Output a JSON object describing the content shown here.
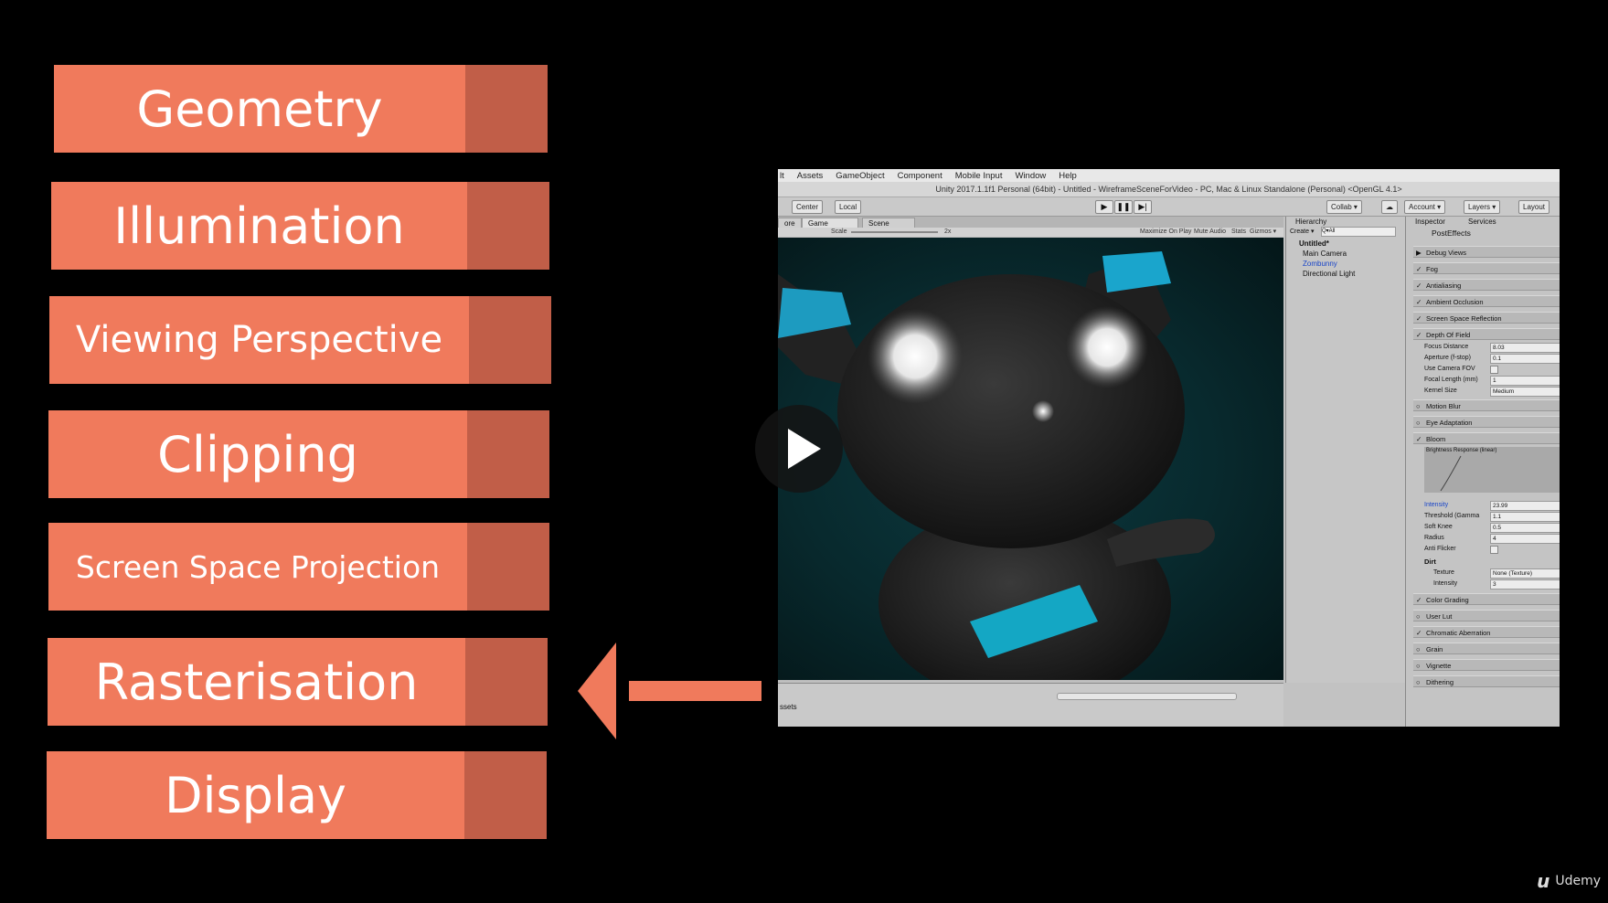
{
  "pipeline": {
    "stages": [
      {
        "label": "Geometry"
      },
      {
        "label": "Illumination"
      },
      {
        "label": "Viewing Perspective"
      },
      {
        "label": "Clipping"
      },
      {
        "label": "Screen Space Projection"
      },
      {
        "label": "Rasterisation"
      },
      {
        "label": "Display"
      }
    ],
    "accent_color": "#f07a5c",
    "shade_color": "#c15e48",
    "arrow_points_to": "Rasterisation"
  },
  "unity": {
    "menu": [
      "lt",
      "Assets",
      "GameObject",
      "Component",
      "Mobile Input",
      "Window",
      "Help"
    ],
    "title": "Unity 2017.1.1f1 Personal (64bit) - Untitled - WireframeSceneForVideo - PC, Mac & Linux Standalone (Personal) <OpenGL 4.1>",
    "toolbar": {
      "center": "Center",
      "local": "Local",
      "collab": "Collab ▾",
      "account": "Account ▾",
      "layers": "Layers ▾",
      "layout": "Layout"
    },
    "game_tabs": {
      "left": "ore",
      "game": "Game",
      "scene": "Scene"
    },
    "game_bar": {
      "scale": "Scale",
      "scale_value": "2x",
      "maximize": "Maximize On Play",
      "mute": "Mute Audio",
      "stats": "Stats",
      "gizmos": "Gizmos ▾"
    },
    "hierarchy": {
      "tab": "Hierarchy",
      "create": "Create ▾",
      "search": "Q▾All",
      "scene": "Untitled*",
      "items": [
        "Main Camera",
        "Zombunny",
        "Directional Light"
      ]
    },
    "inspector": {
      "tab": "Inspector",
      "services_tab": "Services",
      "object": "PostEffects",
      "sections": [
        {
          "label": "Debug Views",
          "checked": false,
          "expand": "▶"
        },
        {
          "label": "Fog",
          "checked": true
        },
        {
          "label": "Antialiasing",
          "checked": true
        },
        {
          "label": "Ambient Occlusion",
          "checked": true
        },
        {
          "label": "Screen Space Reflection",
          "checked": true
        },
        {
          "label": "Depth Of Field",
          "checked": true
        },
        {
          "label": "Motion Blur",
          "checked": false
        },
        {
          "label": "Eye Adaptation",
          "checked": false
        },
        {
          "label": "Bloom",
          "checked": true
        },
        {
          "label": "Color Grading",
          "checked": true
        },
        {
          "label": "User Lut",
          "checked": false
        },
        {
          "label": "Chromatic Aberration",
          "checked": true
        },
        {
          "label": "Grain",
          "checked": false
        },
        {
          "label": "Vignette",
          "checked": false
        },
        {
          "label": "Dithering",
          "checked": false
        }
      ],
      "dof_props": [
        {
          "label": "Focus Distance",
          "value": "8.03"
        },
        {
          "label": "Aperture (f-stop)",
          "value": "0.1"
        },
        {
          "label": "Use Camera FOV",
          "value": ""
        },
        {
          "label": "Focal Length (mm)",
          "value": "1"
        },
        {
          "label": "Kernel Size",
          "value": "Medium"
        }
      ],
      "bloom_curve_label": "Brightness Response (linear)",
      "bloom_props": [
        {
          "label": "Intensity",
          "value": "23.99"
        },
        {
          "label": "Threshold (Gamma",
          "value": "1.1"
        },
        {
          "label": "Soft Knee",
          "value": "0.5"
        },
        {
          "label": "Radius",
          "value": "4"
        },
        {
          "label": "Anti Flicker",
          "value": ""
        }
      ],
      "dirt_label": "Dirt",
      "dirt_props": [
        {
          "label": "Texture",
          "value": "None (Texture)"
        },
        {
          "label": "Intensity",
          "value": "3"
        }
      ]
    },
    "bottom": {
      "assets": "ssets"
    }
  },
  "branding": {
    "name": "Udemy",
    "mark": "u"
  }
}
